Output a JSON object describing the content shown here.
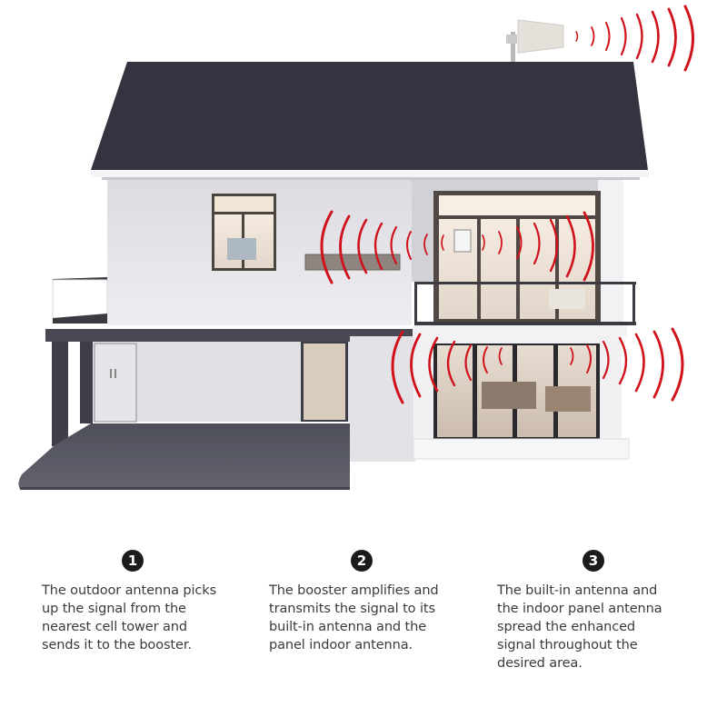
{
  "illustration": {
    "description": "House with outdoor antenna on roof and signal waves on both floors",
    "colors": {
      "roof": "#34333f",
      "wall": "#e9e8ec",
      "wall_shadow": "#d7d6dc",
      "ground_floor_slab": "#4a4a55",
      "driveway": "#5a5b66",
      "window_frame": "#4b4540",
      "window_glass": "#efe3d6",
      "signal_wave": "#d0121b",
      "antenna": "#e4e1da"
    },
    "icons": {
      "outdoor_antenna": "yagi-antenna-icon",
      "signal": "signal-wave-icon"
    }
  },
  "steps": [
    {
      "number": "1",
      "text": "The outdoor antenna picks\nup the signal from the\nnearest cell tower and\nsends it to the booster."
    },
    {
      "number": "2",
      "text": "The booster amplifies and\ntransmits the signal to its\nbuilt-in antenna and the\npanel indoor antenna."
    },
    {
      "number": "3",
      "text": "The built-in antenna and\nthe indoor panel antenna\nspread the enhanced\nsignal throughout the\ndesired area."
    }
  ]
}
